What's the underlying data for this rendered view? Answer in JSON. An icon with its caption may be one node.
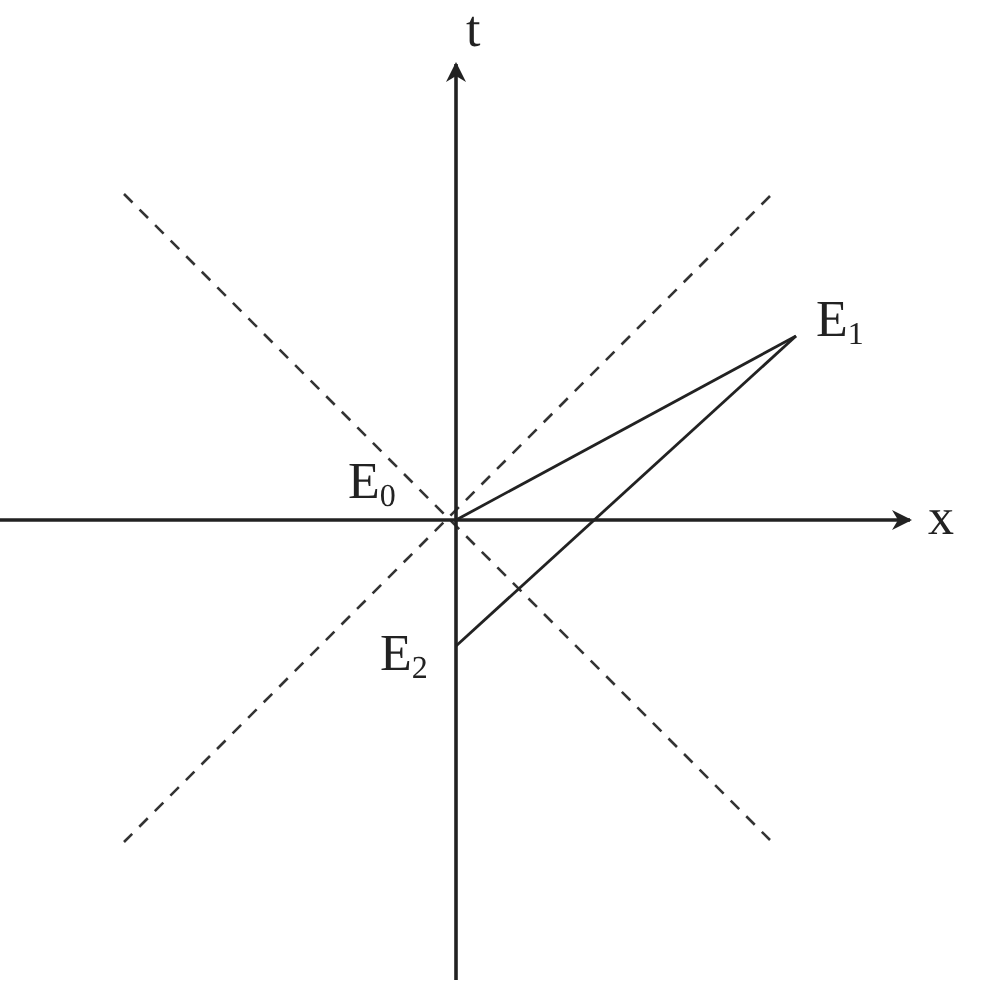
{
  "diagram": {
    "nodes": [
      {
        "text": [
          "E$_{0}$"
        ]
      },
      {
        "text": [
          "E$_{1}$"
        ]
      },
      {
        "text": [
          "E$_{2}$"
        ]
      }
    ],
    "edges": [
      {
        "from": 0,
        "to": 1,
        "arrow": "none"
      },
      {
        "from": 1,
        "to": 2,
        "arrow": "none"
      }
    ],
    "labels": [
      "t",
      "x"
    ]
  }
}
